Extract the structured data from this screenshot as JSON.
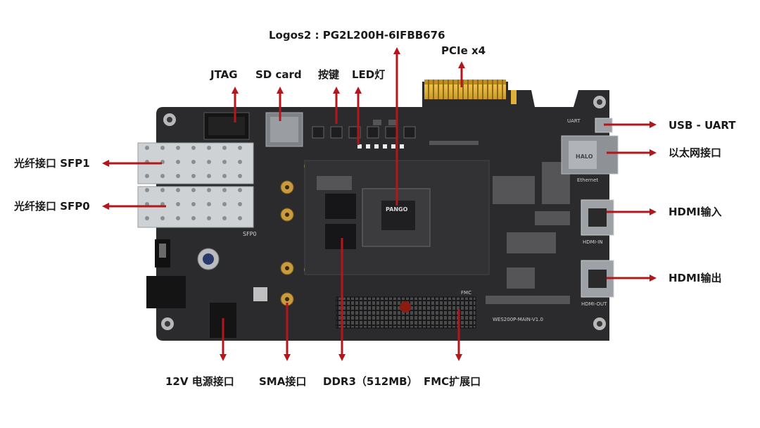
{
  "labels": {
    "logos": "Logos2 : PG2L200H-6IFBB676",
    "pcie": "PCIe x4",
    "jtag": "JTAG",
    "sdcard": "SD card",
    "keys": "按键",
    "led": "LED灯",
    "sfp1": "光纤接口 SFP1",
    "sfp0": "光纤接口 SFP0",
    "usb_uart": "USB - UART",
    "ethernet": "以太网接口",
    "hdmi_in": "HDMI输入",
    "hdmi_out": "HDMI输出",
    "power": "12V 电源接口",
    "sma": "SMA接口",
    "ddr3": "DDR3（512MB）",
    "fmc": "FMC扩展口"
  },
  "board_markings": {
    "chip_brand": "PANGO",
    "model": "WES200P-MAIN-V1.0",
    "hdmi_in": "HDMI-IN",
    "hdmi_out": "HDMI-OUT",
    "ethernet": "Ethernet",
    "fmc": "FMC",
    "sfp0": "SFP0",
    "uart": "UART",
    "rj45_brand": "HALO"
  },
  "colors": {
    "arrow": "#b3161b",
    "board": "#2b2b2d",
    "pcie_gold": "#d9a52a"
  },
  "icons": [
    "arrow-up-icon",
    "arrow-down-icon",
    "arrow-left-icon",
    "arrow-right-icon"
  ]
}
